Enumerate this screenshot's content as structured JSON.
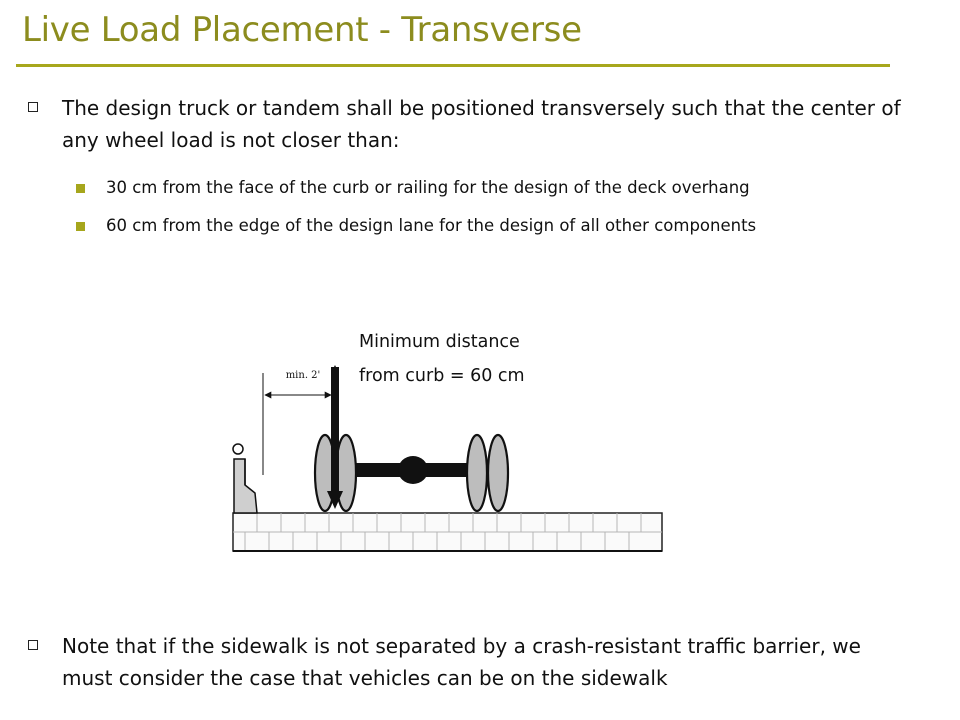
{
  "title": "Live Load Placement - Transverse",
  "bullets": [
    {
      "text": "The design truck or tandem shall be positioned transversely such that the center of any wheel load is not closer than:",
      "sub": [
        "30 cm from the face of the curb or railing for the design of the deck overhang",
        "60 cm from the edge of the design lane for the design of all other components"
      ]
    },
    {
      "text": "Note that if the sidewalk is not separated by a crash-resistant traffic barrier, we must consider the case that vehicles can be on the sidewalk"
    }
  ],
  "diagram": {
    "label_line1": "Minimum distance",
    "label_line2": "from curb = 60 cm",
    "dimension": "min. 2'"
  },
  "colors": {
    "title": "#8c8c1e",
    "rule": "#a7a71c",
    "sub_bullet": "#a6a61c",
    "wheel_fill": "#bdbdbd",
    "deck_cell": "#fafafa"
  }
}
